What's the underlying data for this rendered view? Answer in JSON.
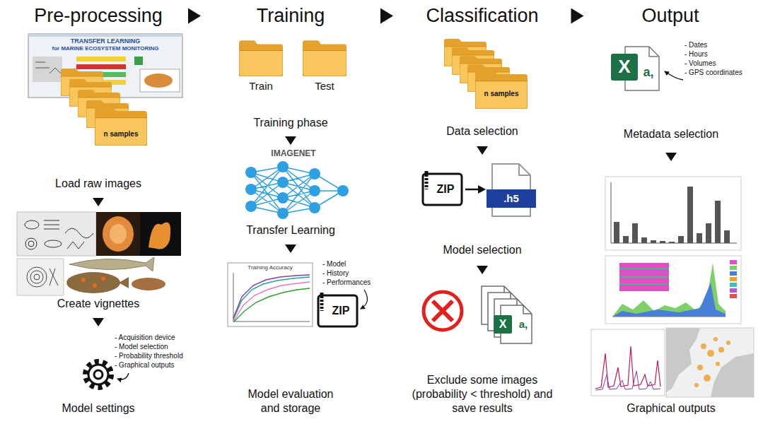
{
  "diagram": {
    "nodes": [
      {
        "text": [
          "Pre-processing"
        ]
      },
      {
        "text": [
          "Load raw images"
        ],
        "in": 0
      },
      {
        "text": [
          "Create vignettes"
        ],
        "in": 0
      },
      {
        "text": [
          "Model settings"
        ],
        "in": 0
      },
      {
        "text": [
          "Training"
        ]
      },
      {
        "text": [
          "Training phase"
        ],
        "in": 4
      },
      {
        "text": [
          "Transfer Learning"
        ],
        "in": 4
      },
      {
        "text": [
          "Model evaluation and storage"
        ],
        "in": 4
      },
      {
        "text": [
          "Classification"
        ]
      },
      {
        "text": [
          "Data selection"
        ],
        "in": 8
      },
      {
        "text": [
          "Model selection"
        ],
        "in": 8
      },
      {
        "text": [
          "Exclude some images (probability < threshold) and save results"
        ],
        "in": 8
      },
      {
        "text": [
          "Output"
        ]
      },
      {
        "text": [
          "Metadata selection"
        ],
        "in": 12
      },
      {
        "text": [
          "Graphical outputs"
        ],
        "in": 12
      }
    ],
    "edges": [
      {
        "from": 0,
        "to": 4,
        "arrow": "to"
      },
      {
        "from": 4,
        "to": 8,
        "arrow": "to"
      },
      {
        "from": 8,
        "to": 12,
        "arrow": "to"
      },
      {
        "from": 1,
        "to": 2,
        "arrow": "to"
      },
      {
        "from": 2,
        "to": 3,
        "arrow": "to"
      },
      {
        "from": 5,
        "to": 6,
        "arrow": "to"
      },
      {
        "from": 6,
        "to": 7,
        "arrow": "to"
      },
      {
        "from": 9,
        "to": 10,
        "arrow": "to"
      },
      {
        "from": 10,
        "to": 11,
        "arrow": "to"
      },
      {
        "from": 13,
        "to": 14,
        "arrow": "to"
      }
    ],
    "labels": [
      "TRANSFER LEARNING",
      "for MARINE ECOSYSTEM MONITORING",
      "n samples",
      "- Acquisition device",
      "- Model selection",
      "- Probability threshold",
      "- Graphical outputs",
      "Train",
      "Test",
      "IMAGENET",
      "Training Accuracy",
      "- Model",
      "- History",
      "- Performances",
      "ZIP",
      "n samples",
      "ZIP",
      ".h5",
      "X",
      "a,",
      "- Dates",
      "- Hours",
      "- Volumes",
      "- GPS coordinates",
      "X",
      "a,"
    ]
  }
}
